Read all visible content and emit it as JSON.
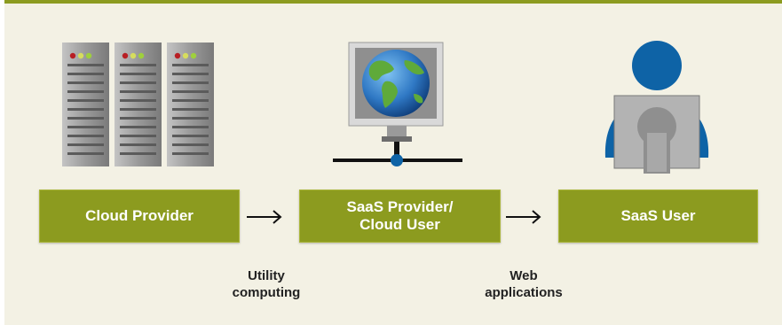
{
  "boxes": {
    "cloud_provider": "Cloud Provider",
    "saas_provider_line1": "SaaS Provider/",
    "saas_provider_line2": "Cloud User",
    "saas_user": "SaaS User"
  },
  "captions": {
    "utility_line1": "Utility",
    "utility_line2": "computing",
    "web_line1": "Web",
    "web_line2": "applications"
  },
  "colors": {
    "accent": "#8c9b1f",
    "background": "#f3f1e4",
    "server_gray": "#8f8f8f",
    "user_blue": "#0e63a6",
    "globe_blue": "#2f78c4"
  },
  "icons": [
    "server-rack-icon",
    "monitor-globe-icon",
    "network-node-icon",
    "user-at-computer-icon",
    "arrow-right-icon"
  ]
}
